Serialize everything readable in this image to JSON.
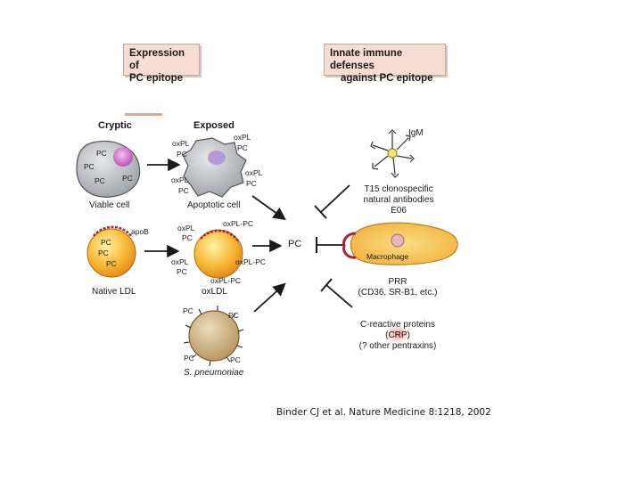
{
  "headers": {
    "left": [
      "Expression of",
      "PC epitope"
    ],
    "right": [
      "Innate immune defenses",
      "against PC epitope"
    ]
  },
  "columns": {
    "cryptic": "Cryptic",
    "exposed": "Exposed"
  },
  "cells": {
    "viable": {
      "label": "Viable cell",
      "pcs": [
        "PC",
        "PC",
        "PC",
        "PC"
      ]
    },
    "apoptotic": {
      "label": "Apoptotic cell",
      "oxpl": [
        "oxPL",
        "PC",
        "oxPL",
        "PC",
        "oxPL",
        "PC",
        "oxPL",
        "PC"
      ]
    },
    "native_ldl": {
      "label": "Native LDL",
      "apob": "apoB",
      "pcs": [
        "PC",
        "PC",
        "PC"
      ]
    },
    "oxldl": {
      "label": "oxLDL",
      "tags": [
        "oxPL",
        "PC",
        "oxPL-PC",
        "oxPL",
        "PC",
        "oxPL-PC",
        "oxPL-PC"
      ]
    },
    "pneumoniae": {
      "label": "S. pneumoniae",
      "pcs": [
        "PC",
        "PC",
        "PC",
        "PC"
      ]
    }
  },
  "center_label": "PC",
  "defenses": {
    "igm": "IgM",
    "antibodies": [
      "T15 clonospecific",
      "natural antibodies",
      "E06"
    ],
    "macrophage": "Macrophage",
    "prr": [
      "PRR",
      "(CD36, SR-B1, etc.)"
    ],
    "crp": [
      "C-reactive proteins",
      "(CRP)",
      "(? other pentraxins)"
    ]
  },
  "citation": "Binder CJ et al. Nature Medicine 8:1218, 2002",
  "colors": {
    "header_fill": "#f6dcd2",
    "viable_cell": "#bfc3c6",
    "nucleus_pink": "#d86ad0",
    "ldl_yellow": "#f5a623",
    "pneumo_tan": "#c9ab7c",
    "macrophage_fill": "#f6c760",
    "receptor_red": "#b01e3c",
    "crp_glow": "#f08a70"
  }
}
